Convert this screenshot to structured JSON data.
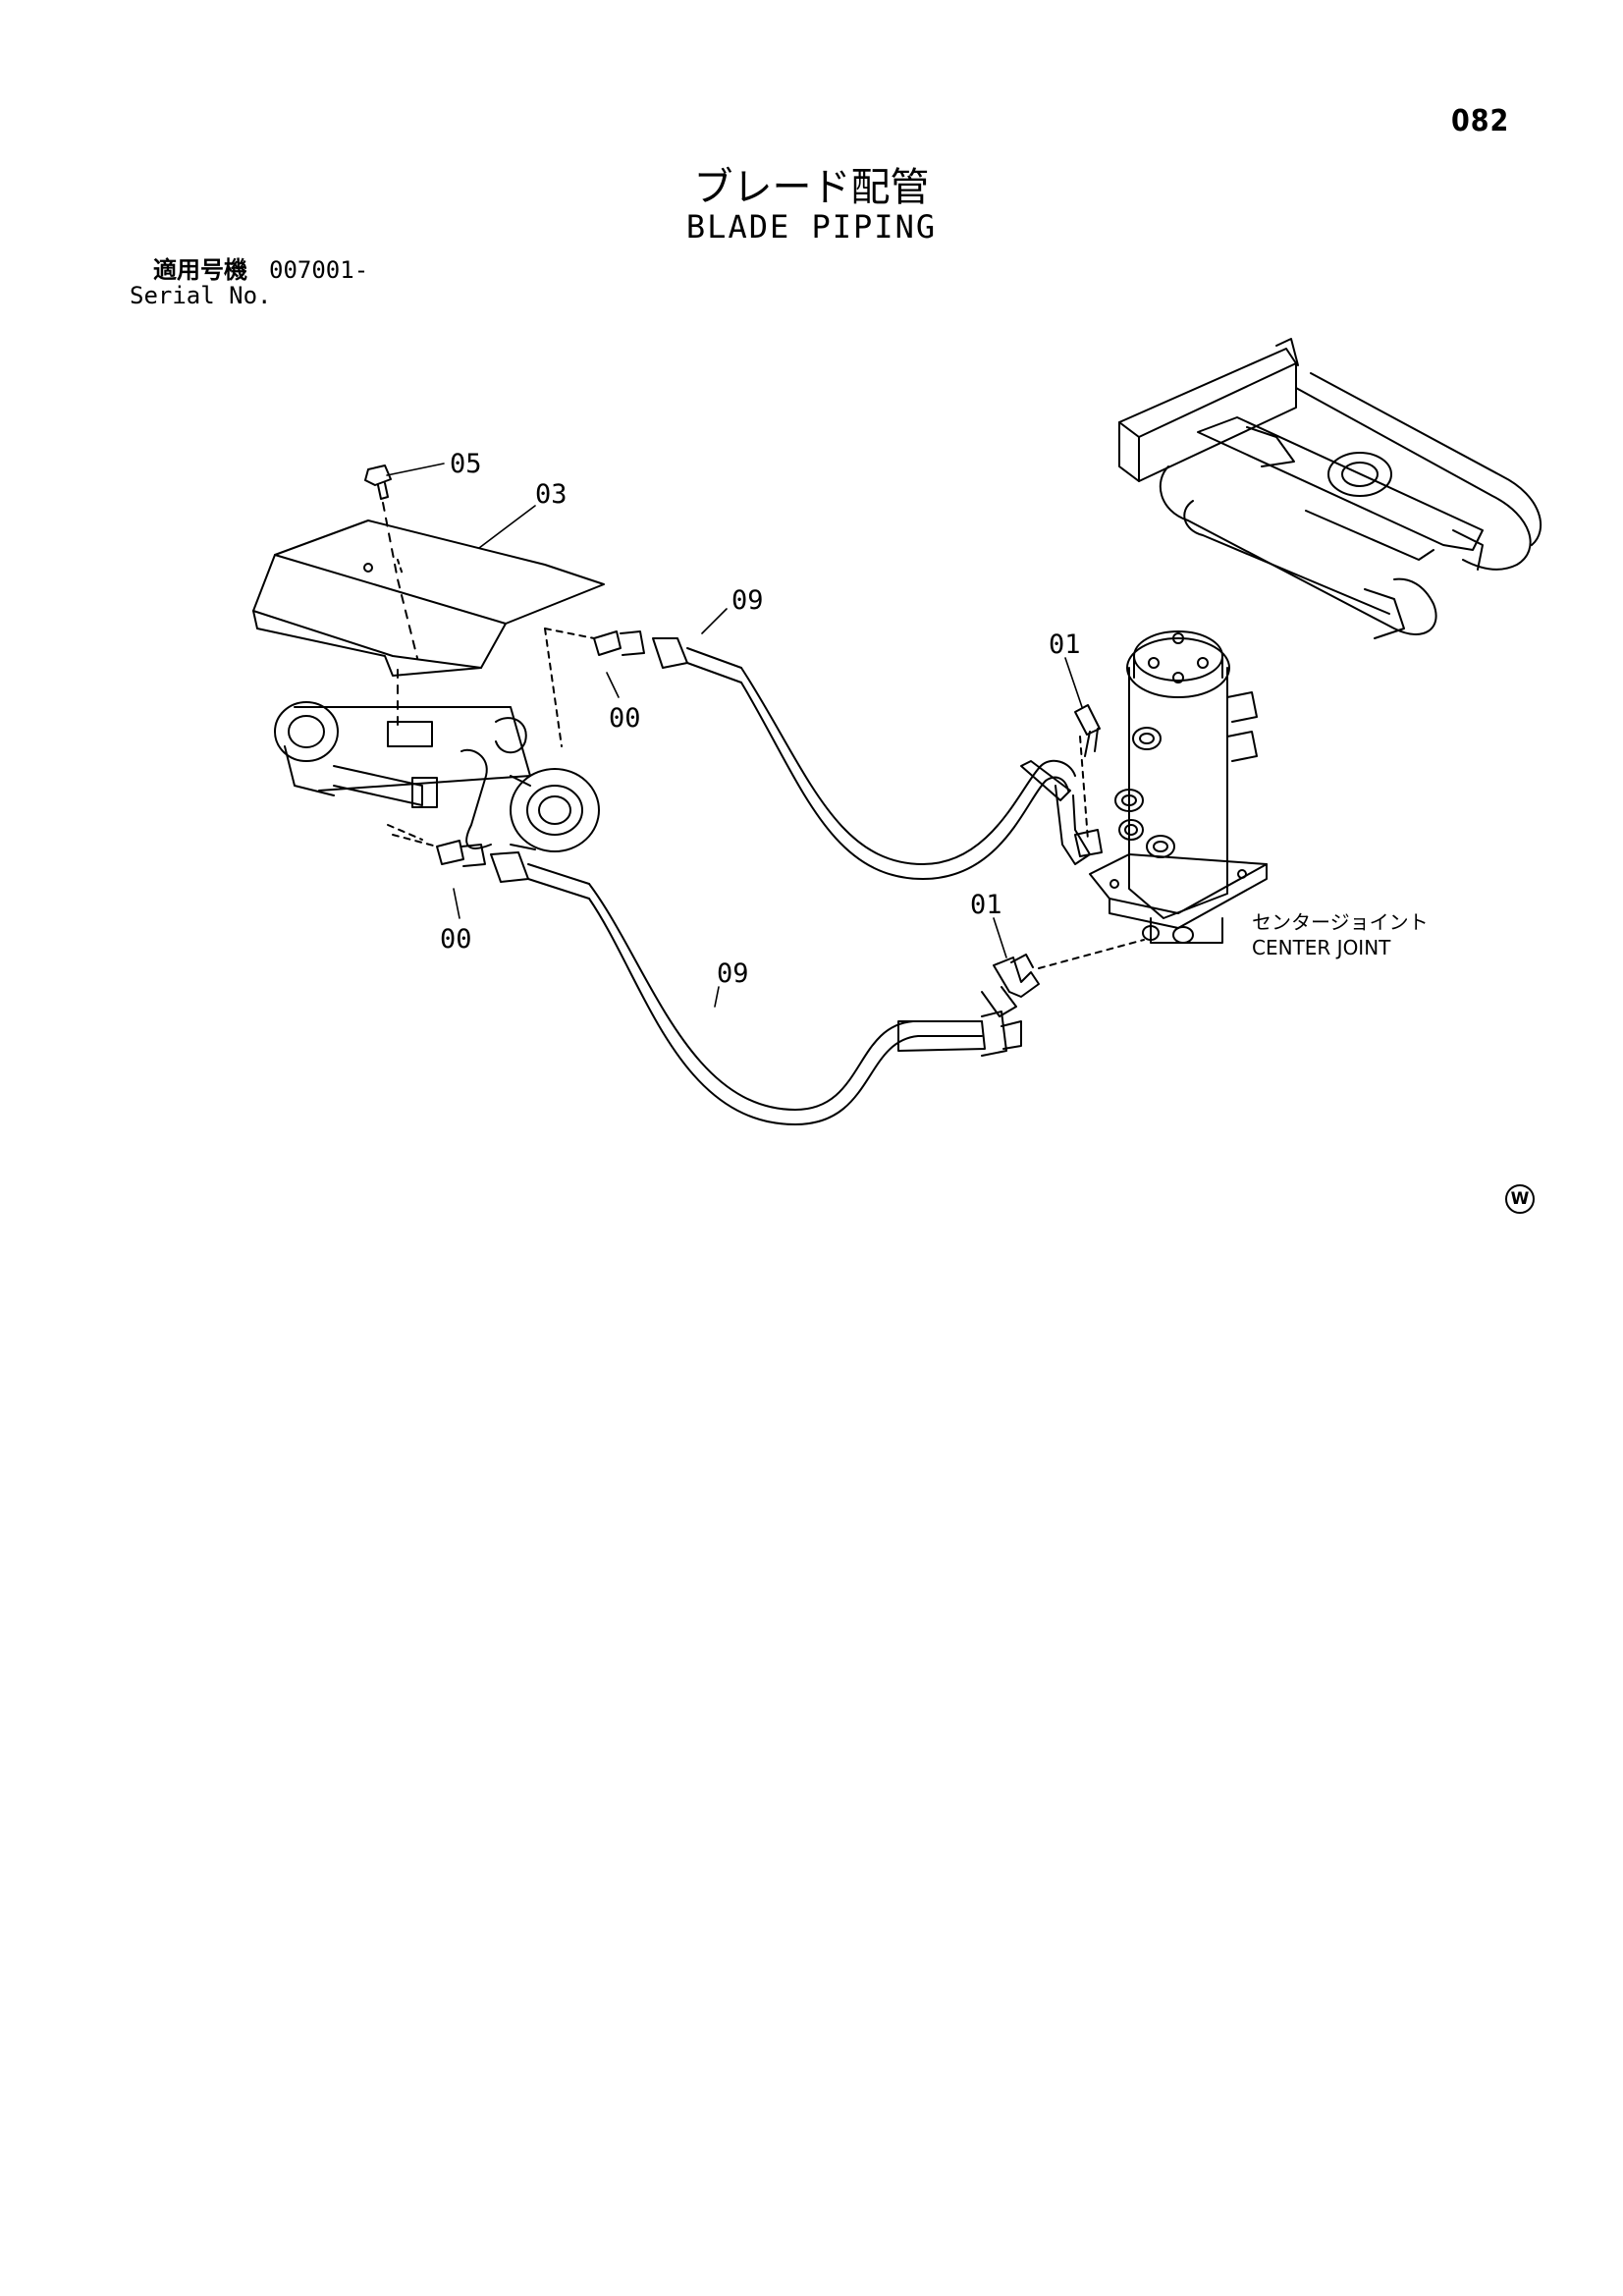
{
  "page_number": "082",
  "title": {
    "japanese": "ブレード配管",
    "english": "BLADE PIPING"
  },
  "serial": {
    "label_jp": "適用号機",
    "value": "007001-",
    "label_en": "Serial No."
  },
  "callouts": {
    "part_05": "05",
    "part_03": "03",
    "part_09_upper": "09",
    "part_00_upper": "00",
    "part_01_upper": "01",
    "part_00_lower": "00",
    "part_01_lower": "01",
    "part_09_lower": "09"
  },
  "center_joint": {
    "label_jp": "センタージョイント",
    "label_en": "CENTER JOINT"
  },
  "corner_mark": "W",
  "colors": {
    "ink": "#000000",
    "paper": "#ffffff"
  }
}
